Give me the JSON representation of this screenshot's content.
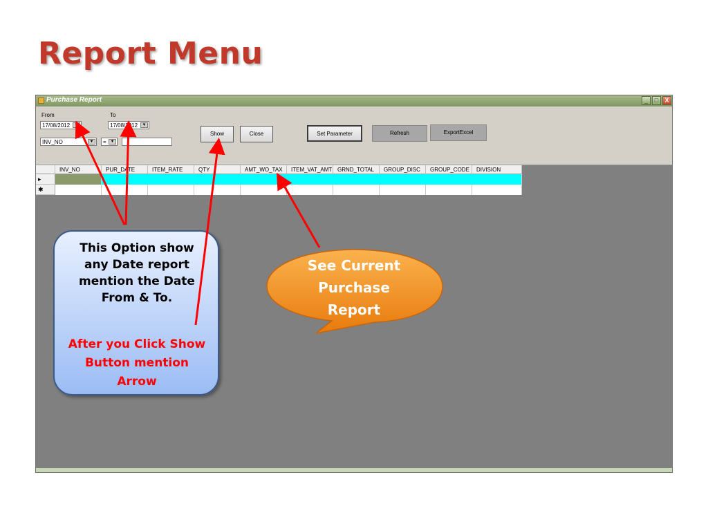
{
  "slide": {
    "title": "Report Menu"
  },
  "window": {
    "title": "Purchase Report",
    "controls": {
      "minimize": "_",
      "maximize": "□",
      "close": "X"
    }
  },
  "filters": {
    "from_label": "From",
    "from_value": "17/08/2012",
    "to_label": "To",
    "to_value": "17/08/2012",
    "field_value": "INV_NO",
    "operator_value": "=",
    "criteria_value": ""
  },
  "buttons": {
    "show": "Show",
    "close": "Close",
    "set_parameter": "Set Parameter",
    "refresh": "Refresh",
    "export_excel": "ExportExcel"
  },
  "grid": {
    "columns": [
      "INV_NO",
      "PUR_DATE",
      "ITEM_RATE",
      "QTY",
      "AMT_WO_TAX",
      "ITEM_VAT_AMT",
      "GRND_TOTAL",
      "GROUP_DISC",
      "GROUP_CODE",
      "DIVISION"
    ],
    "row_markers": [
      "▸",
      "✱"
    ]
  },
  "callouts": {
    "info_lines": [
      "This Option show",
      "any Date report",
      "mention the Date",
      "From & To."
    ],
    "action_lines": [
      "After you Click Show",
      "Button mention",
      "Arrow"
    ],
    "report_lines": [
      "See Current",
      "Purchase",
      "Report"
    ]
  },
  "colors": {
    "title": "#c0392b",
    "arrow": "#ff0000",
    "selected_row": "#00ffff",
    "action_text": "#ff0000",
    "oval_fill": "#f5921e"
  }
}
